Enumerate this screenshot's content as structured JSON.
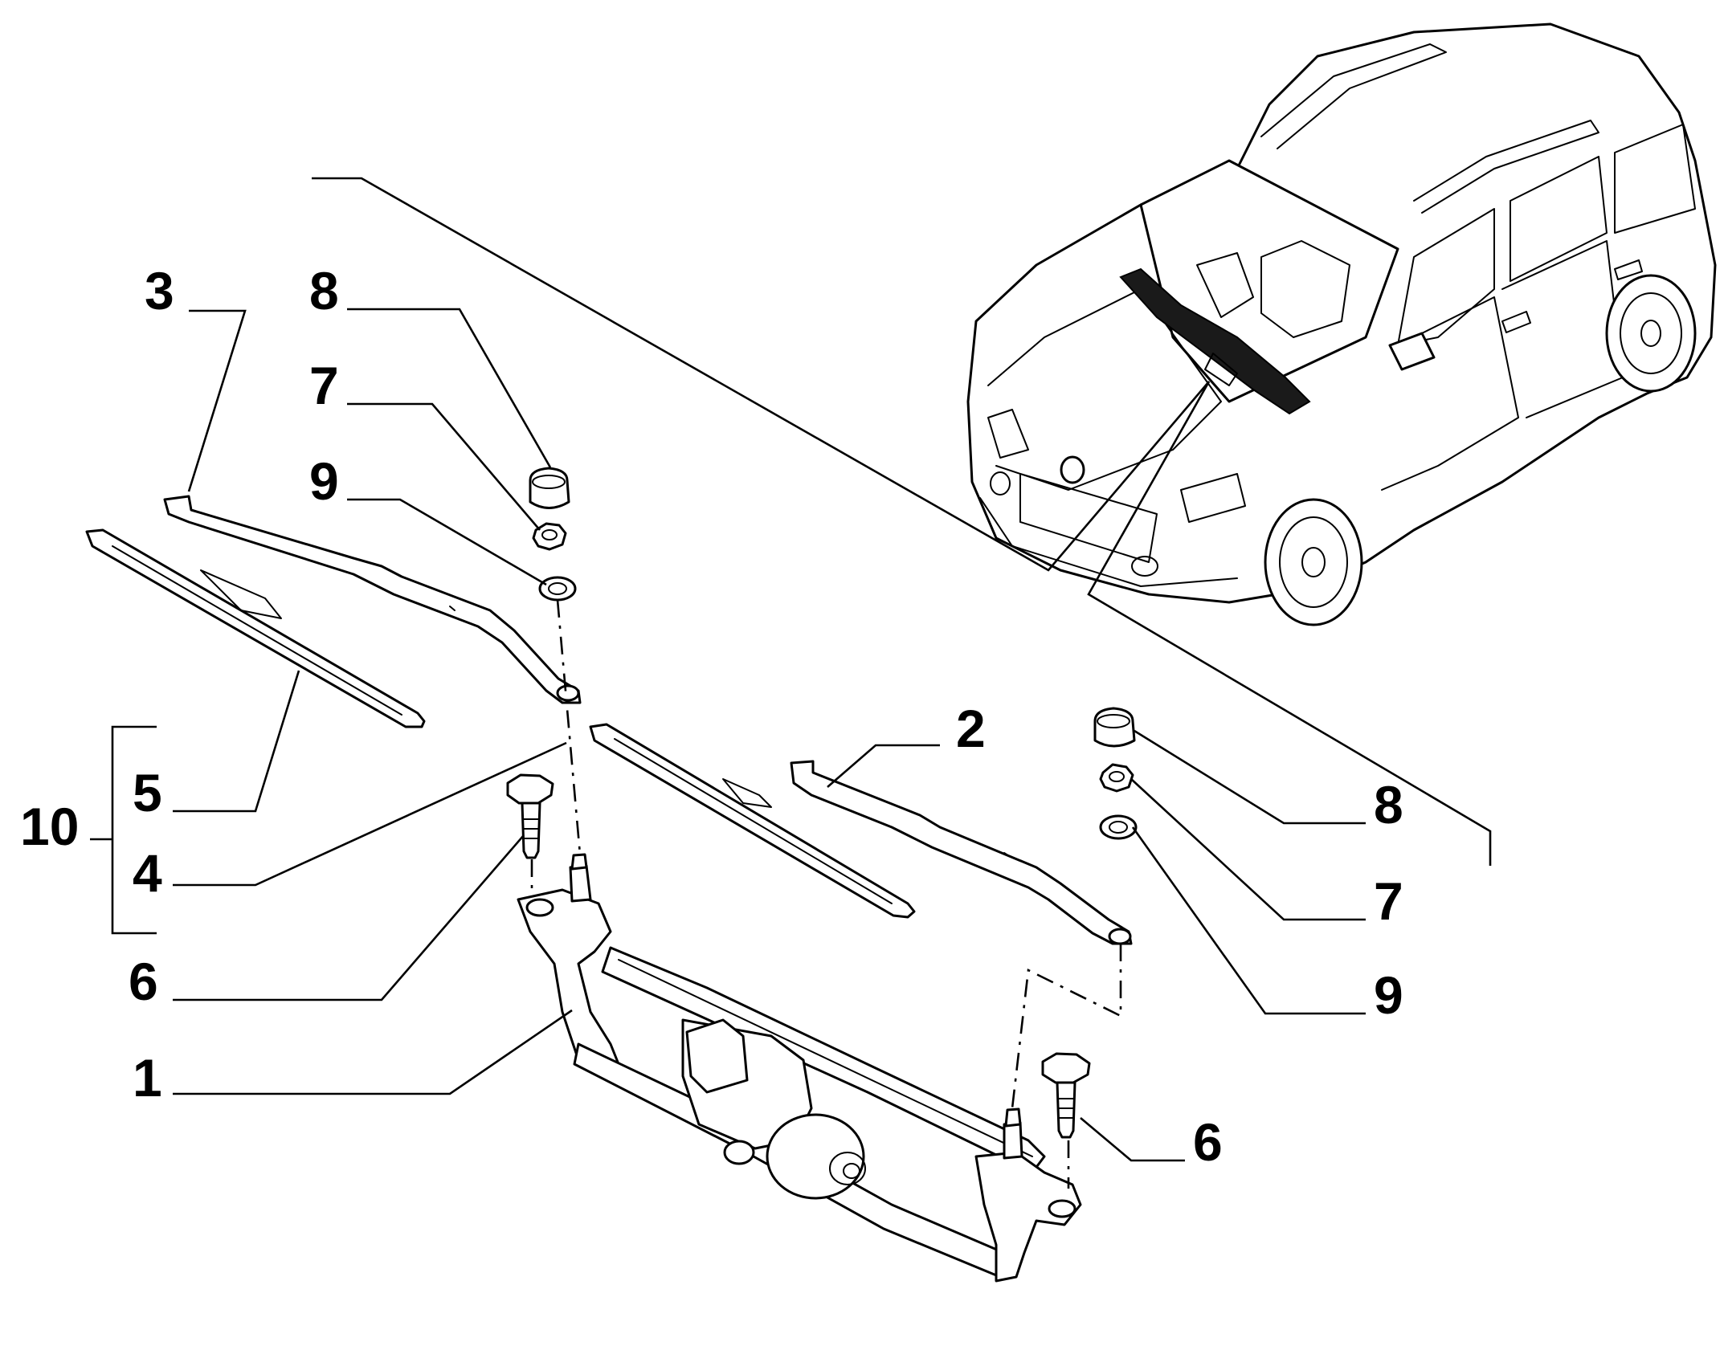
{
  "diagram": {
    "type": "exploded-parts-diagram",
    "callouts": {
      "c1": "1",
      "c2": "2",
      "c3": "3",
      "c4": "4",
      "c5": "5",
      "c6_left": "6",
      "c6_right": "6",
      "c7_left": "7",
      "c7_right": "7",
      "c8_left": "8",
      "c8_right": "8",
      "c9_left": "9",
      "c9_right": "9",
      "c10": "10"
    },
    "colors": {
      "ink": "#000000",
      "paper": "#ffffff"
    }
  }
}
